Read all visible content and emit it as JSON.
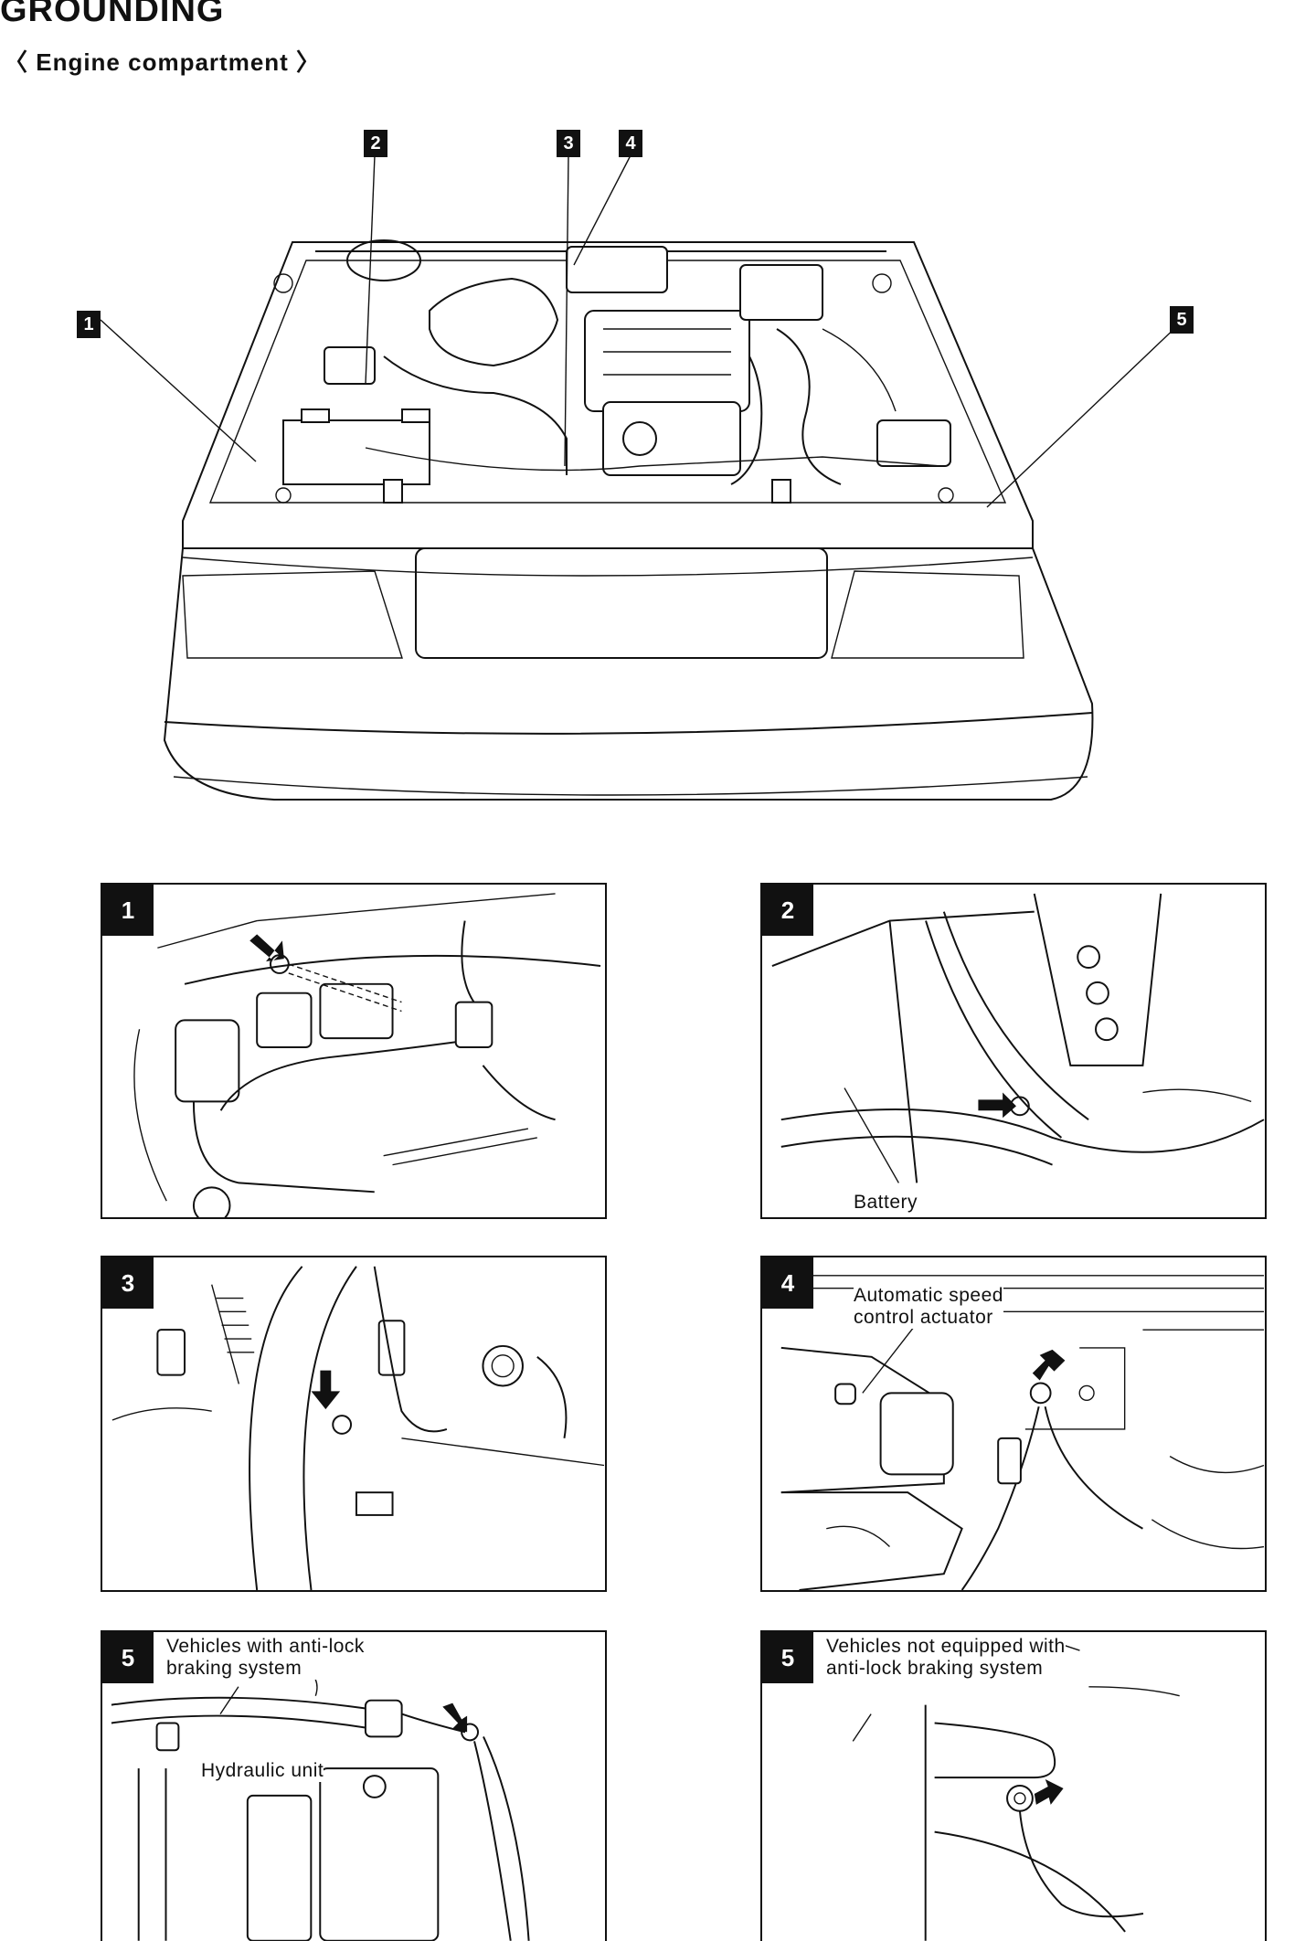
{
  "header": {
    "title": "GROUNDING",
    "subtitle": "〈 Engine compartment 〉"
  },
  "overview": {
    "callouts": [
      "1",
      "2",
      "3",
      "4",
      "5"
    ]
  },
  "panels": [
    {
      "number": "1",
      "labels": []
    },
    {
      "number": "2",
      "labels": [
        "Battery"
      ]
    },
    {
      "number": "3",
      "labels": []
    },
    {
      "number": "4",
      "labels": [
        "Automatic speed\ncontrol actuator"
      ]
    },
    {
      "number": "5",
      "labels": [
        "Vehicles with anti-lock\nbraking system",
        "Hydraulic unit"
      ]
    },
    {
      "number": "5",
      "labels": [
        "Vehicles not equipped with\nanti-lock braking system"
      ]
    }
  ]
}
